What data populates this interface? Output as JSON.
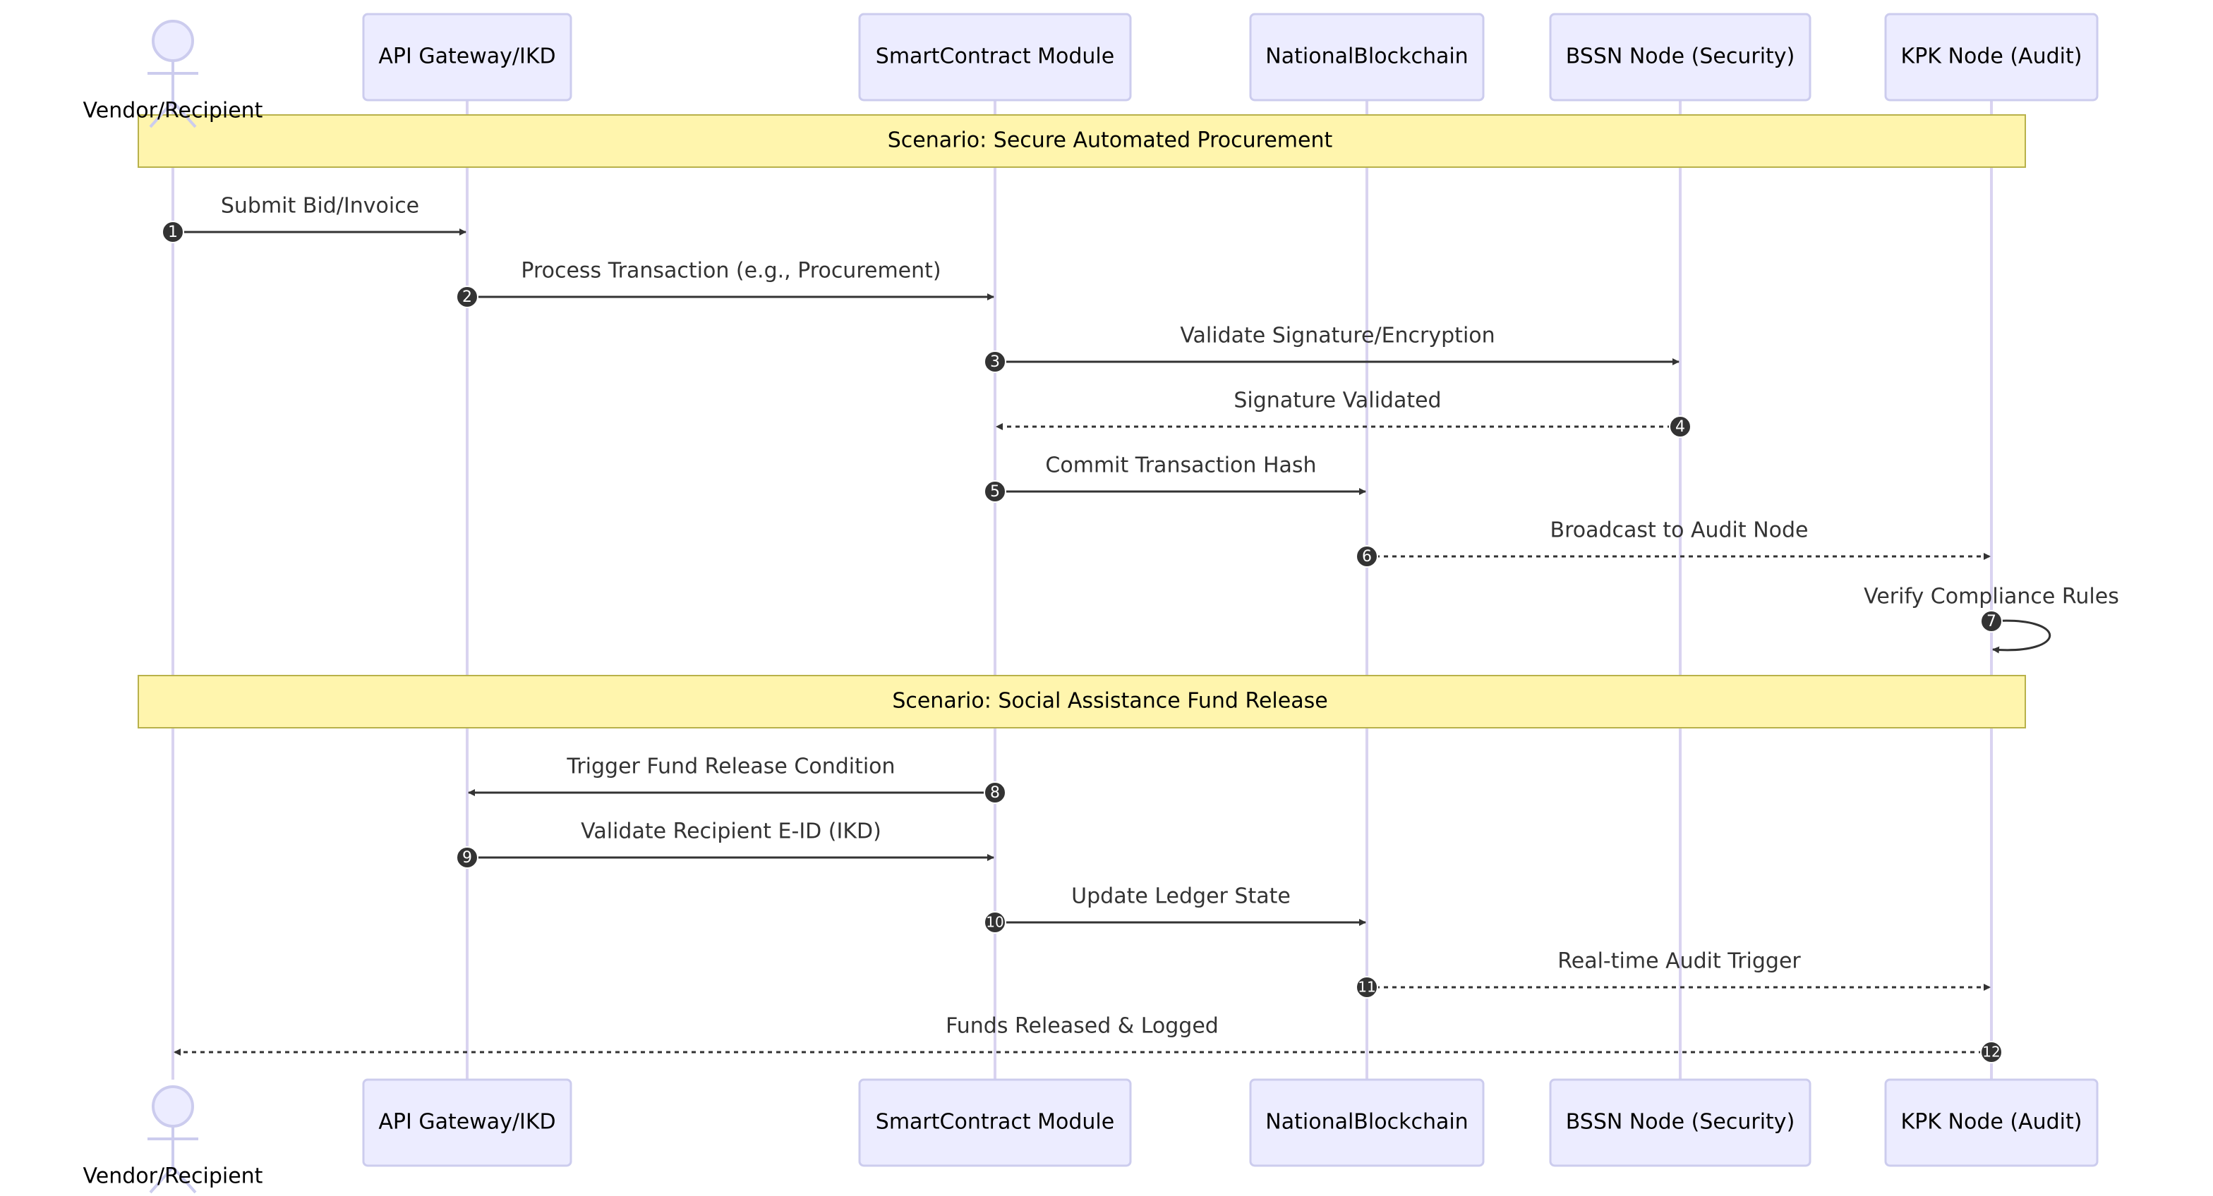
{
  "participants": [
    {
      "id": "vendor",
      "label": "Vendor/Recipient",
      "kind": "actor"
    },
    {
      "id": "gateway",
      "label": "API Gateway/IKD",
      "kind": "box"
    },
    {
      "id": "smart",
      "label": "SmartContract Module",
      "kind": "box"
    },
    {
      "id": "chain",
      "label": "NationalBlockchain",
      "kind": "box"
    },
    {
      "id": "bssn",
      "label": "BSSN Node (Security)",
      "kind": "box"
    },
    {
      "id": "kpk",
      "label": "KPK Node (Audit)",
      "kind": "box"
    }
  ],
  "notes": [
    {
      "label": "Scenario: Secure Automated Procurement"
    },
    {
      "label": "Scenario: Social Assistance Fund Release"
    }
  ],
  "messages": [
    {
      "number": "1",
      "from": "vendor",
      "to": "gateway",
      "label": "Submit Bid/Invoice",
      "style": "solid"
    },
    {
      "number": "2",
      "from": "gateway",
      "to": "smart",
      "label": "Process Transaction (e.g., Procurement)",
      "style": "solid"
    },
    {
      "number": "3",
      "from": "smart",
      "to": "bssn",
      "label": "Validate Signature/Encryption",
      "style": "solid"
    },
    {
      "number": "4",
      "from": "bssn",
      "to": "smart",
      "label": "Signature Validated",
      "style": "dashed"
    },
    {
      "number": "5",
      "from": "smart",
      "to": "chain",
      "label": "Commit Transaction Hash",
      "style": "solid"
    },
    {
      "number": "6",
      "from": "chain",
      "to": "kpk",
      "label": "Broadcast to Audit Node",
      "style": "dashed"
    },
    {
      "number": "7",
      "from": "kpk",
      "to": "kpk",
      "label": "Verify Compliance Rules",
      "style": "solid"
    },
    {
      "number": "8",
      "from": "smart",
      "to": "gateway",
      "label": "Trigger Fund Release Condition",
      "style": "solid"
    },
    {
      "number": "9",
      "from": "gateway",
      "to": "smart",
      "label": "Validate Recipient E-ID (IKD)",
      "style": "solid"
    },
    {
      "number": "10",
      "from": "smart",
      "to": "chain",
      "label": "Update Ledger State",
      "style": "solid"
    },
    {
      "number": "11",
      "from": "chain",
      "to": "kpk",
      "label": "Real-time Audit Trigger",
      "style": "dashed"
    },
    {
      "number": "12",
      "from": "kpk",
      "to": "vendor",
      "label": "Funds Released & Logged",
      "style": "dashed"
    }
  ],
  "colors": {
    "participant_fill": "#ececff",
    "participant_stroke": "#ccccee",
    "lifeline": "#d9d3f0",
    "note_fill": "#fff5ad",
    "note_stroke": "#b8b14a",
    "message_line": "#333333",
    "text": "#333333",
    "badge_fill": "#333333",
    "badge_text": "#ffffff"
  }
}
